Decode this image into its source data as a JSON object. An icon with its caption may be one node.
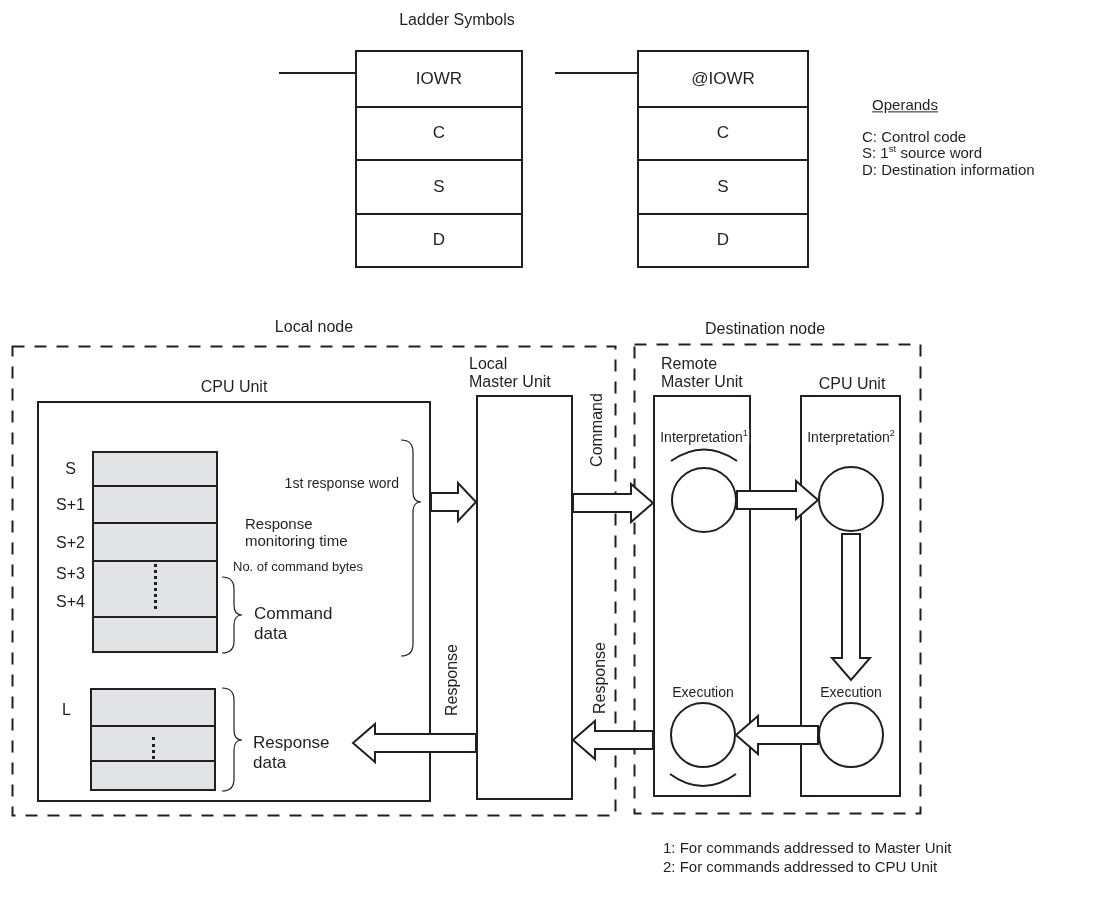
{
  "diagram": {
    "nodes": [
      {
        "text": [
          "IOWR",
          "C",
          "S",
          "D"
        ]
      },
      {
        "text": [
          "@IOWR",
          "C",
          "S",
          "D"
        ]
      },
      {
        "text": [
          "Local node"
        ]
      },
      {
        "text": [
          "CPU Unit"
        ],
        "in": 2
      },
      {
        "text": [],
        "shape": "box",
        "in": 3,
        "beside": [
          "S",
          "S+1",
          "S+2",
          "S+3",
          "S+4"
        ]
      },
      {
        "text": [],
        "shape": "box",
        "in": 3,
        "beside": [
          "L"
        ]
      },
      {
        "text": [
          "Response data"
        ],
        "in": 3
      },
      {
        "text": [
          "Local Master Unit"
        ],
        "in": 2
      },
      {
        "text": [
          "Destination node"
        ]
      },
      {
        "text": [
          "Remote Master Unit"
        ],
        "in": 8
      },
      {
        "text": [
          "CPU Unit"
        ],
        "in": 8
      },
      {
        "text": [],
        "shape": "circle",
        "in": 9,
        "beside": [
          "Interpretation$^{1}$"
        ]
      },
      {
        "text": [],
        "shape": "circle",
        "in": 9,
        "beside": [
          "Execution"
        ]
      },
      {
        "text": [],
        "shape": "circle",
        "in": 10,
        "beside": [
          "Interpretation$^{2}$"
        ]
      },
      {
        "text": [],
        "shape": "circle",
        "in": 10,
        "beside": [
          "Execution"
        ]
      }
    ],
    "edges": [
      {
        "from": null,
        "to": 0,
        "arrow": "none"
      },
      {
        "from": null,
        "to": 1,
        "arrow": "none"
      },
      {
        "from": 3,
        "to": 7,
        "arrow": "to"
      },
      {
        "from": 7,
        "to": 9,
        "arrow": "to",
        "label": "Command"
      },
      {
        "from": 9,
        "to": 7,
        "arrow": "to",
        "label": "Response"
      },
      {
        "from": 7,
        "to": 6,
        "arrow": "to",
        "label": "Response"
      },
      {
        "from": 11,
        "to": 13,
        "arrow": "to"
      },
      {
        "from": 13,
        "to": 14,
        "arrow": "to"
      },
      {
        "from": 14,
        "to": 12,
        "arrow": "to"
      }
    ],
    "labels": [
      "Ladder Symbols",
      "Operands",
      "C: Control code",
      "S: 1$^{st}$ source word",
      "D: Destination information",
      "1st response word",
      "Response monitoring time",
      "No. of command bytes",
      "Command data",
      "1: For commands addressed to Master Unit",
      "2: For commands addressed to CPU Unit"
    ]
  }
}
